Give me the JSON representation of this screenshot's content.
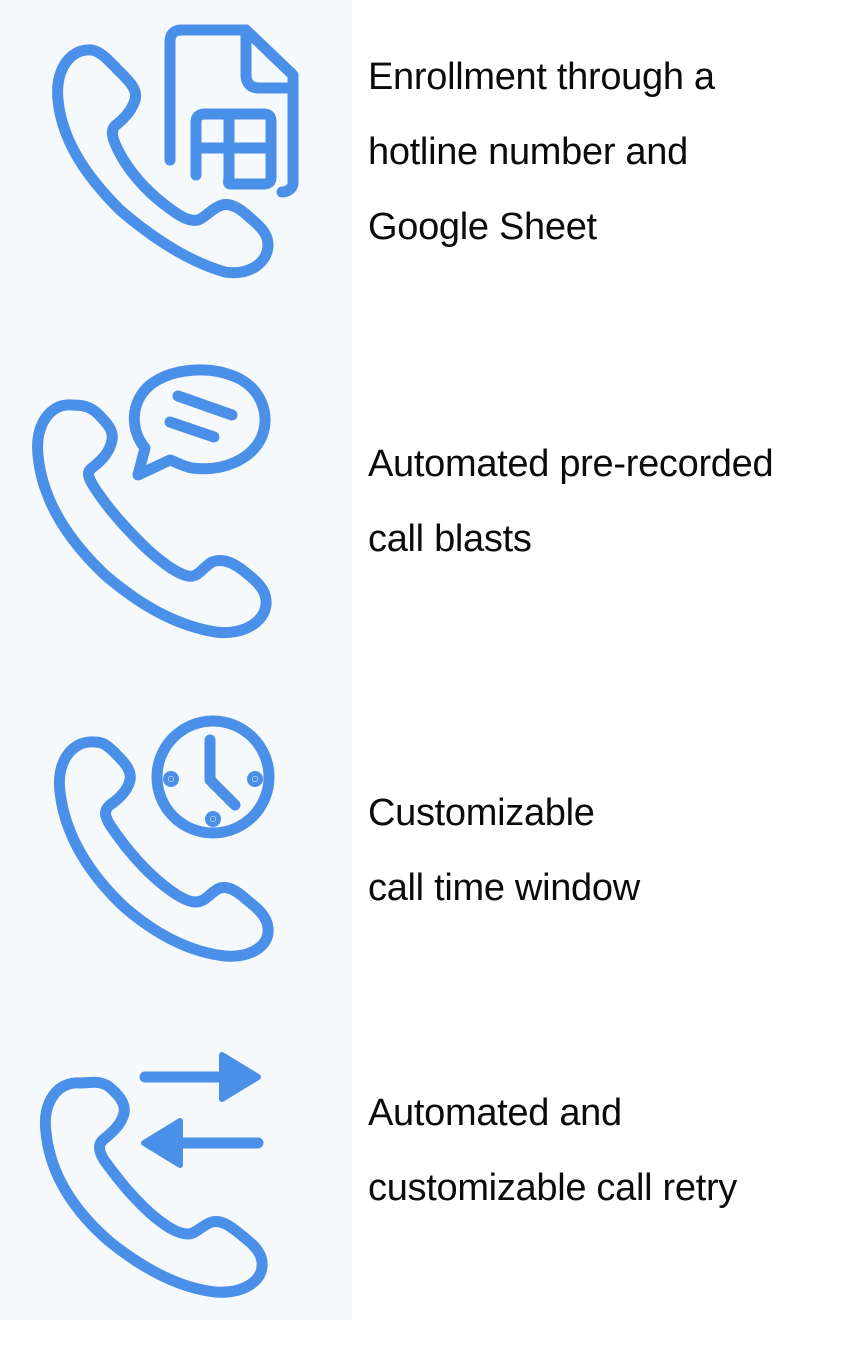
{
  "accent_color": "#4a8fe8",
  "features": [
    {
      "icon": "phone-spreadsheet-icon",
      "lines": [
        "Enrollment through a",
        "hotline number and",
        "Google Sheet"
      ]
    },
    {
      "icon": "phone-chat-bubble-icon",
      "lines": [
        "Automated pre-recorded",
        "call blasts"
      ]
    },
    {
      "icon": "phone-clock-icon",
      "lines": [
        "Customizable",
        "call time window"
      ]
    },
    {
      "icon": "phone-arrows-exchange-icon",
      "lines": [
        "Automated and",
        "customizable call retry"
      ]
    }
  ]
}
